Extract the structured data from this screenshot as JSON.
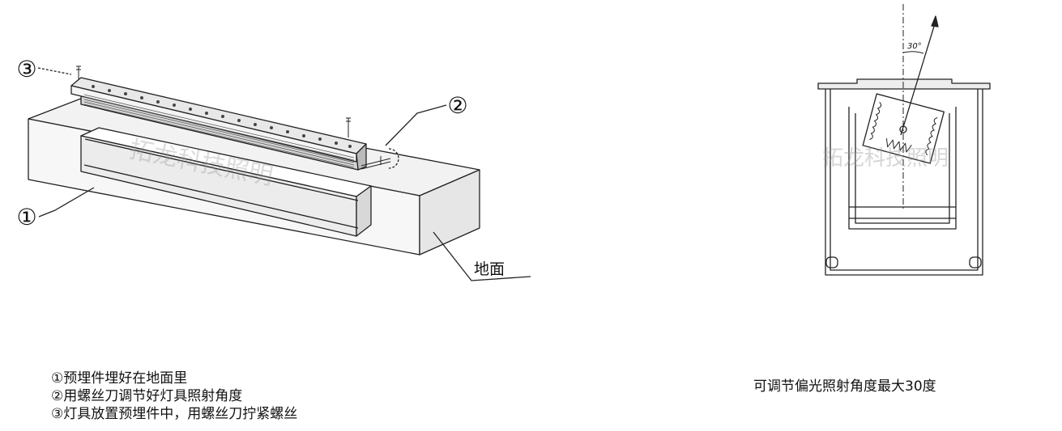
{
  "left_figure": {
    "callouts": {
      "c1": "①",
      "c2": "②",
      "c3": "③"
    },
    "ground_label": "地面",
    "watermark": "拓龙科技照明"
  },
  "right_figure": {
    "angle_label": "30°",
    "watermark": "拓龙科技照明"
  },
  "captions": {
    "steps": [
      "①预埋件埋好在地面里",
      "②用螺丝刀调节好灯具照射角度",
      "③灯具放置预埋件中，用螺丝刀拧紧螺丝"
    ],
    "right": "可调节偏光照射角度最大30度"
  }
}
